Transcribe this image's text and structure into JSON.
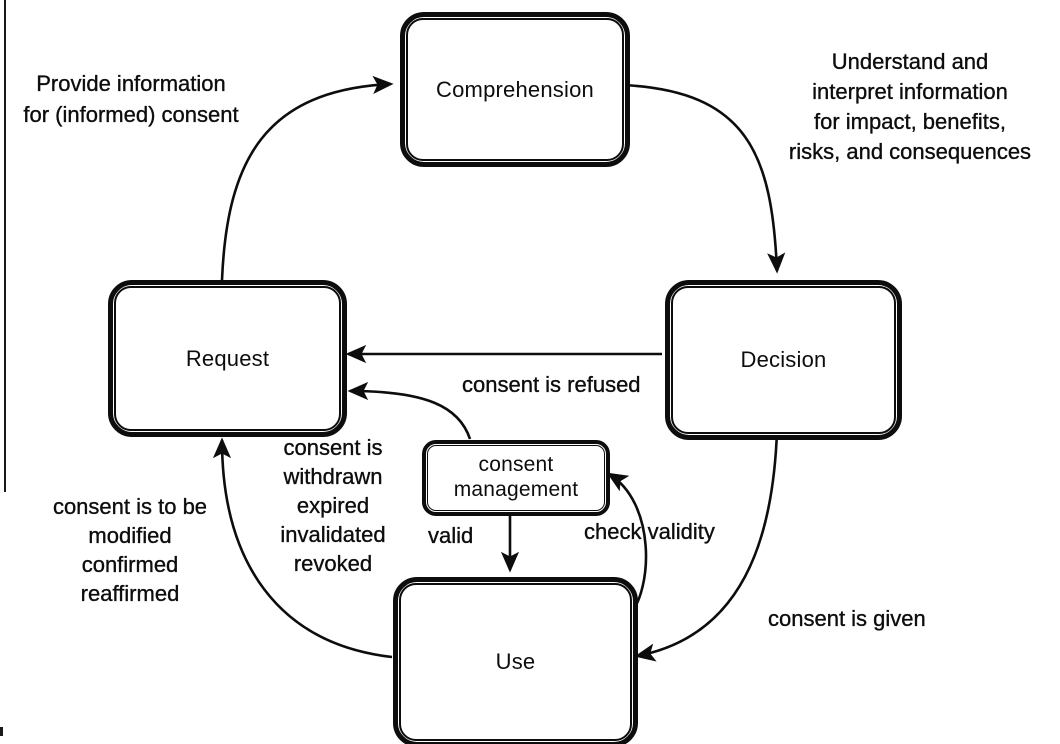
{
  "diagram": {
    "title": "Consent lifecycle diagram",
    "colors": {
      "ink": "#0d0d0d",
      "background": "#ffffff"
    },
    "nodes": {
      "comprehension": {
        "label": "Comprehension"
      },
      "request": {
        "label": "Request"
      },
      "decision": {
        "label": "Decision"
      },
      "use": {
        "label": "Use"
      },
      "consent_management": {
        "lines": [
          "consent",
          "management"
        ]
      }
    },
    "edge_labels": {
      "provide_info": {
        "lines": [
          "Provide information",
          "for (informed) consent"
        ]
      },
      "understand": {
        "lines": [
          "Understand and",
          "interpret information",
          "for impact, benefits,",
          "risks, and consequences"
        ]
      },
      "refused": {
        "text": "consent is refused"
      },
      "withdrawn": {
        "lines": [
          "consent is",
          "withdrawn",
          "expired",
          "invalidated",
          "revoked"
        ]
      },
      "modify": {
        "lines": [
          "consent is to be",
          "modified",
          "confirmed",
          "reaffirmed"
        ]
      },
      "valid": {
        "text": "valid"
      },
      "check_validity": {
        "text": "check validity"
      },
      "given": {
        "text": "consent is given"
      }
    },
    "edges": [
      {
        "from": "Request",
        "to": "Comprehension",
        "label": "Provide information for (informed) consent"
      },
      {
        "from": "Comprehension",
        "to": "Decision",
        "label": "Understand and interpret information for impact, benefits, risks, and consequences"
      },
      {
        "from": "Decision",
        "to": "Request",
        "label": "consent is refused"
      },
      {
        "from": "consent management",
        "to": "Request",
        "label": "consent is withdrawn expired invalidated revoked"
      },
      {
        "from": "consent management",
        "to": "Use",
        "label": "valid"
      },
      {
        "from": "Use",
        "to": "consent management",
        "label": "check validity"
      },
      {
        "from": "Decision",
        "to": "Use",
        "label": "consent is given"
      },
      {
        "from": "Use",
        "to": "Request",
        "label": "consent is to be modified confirmed reaffirmed"
      }
    ]
  }
}
